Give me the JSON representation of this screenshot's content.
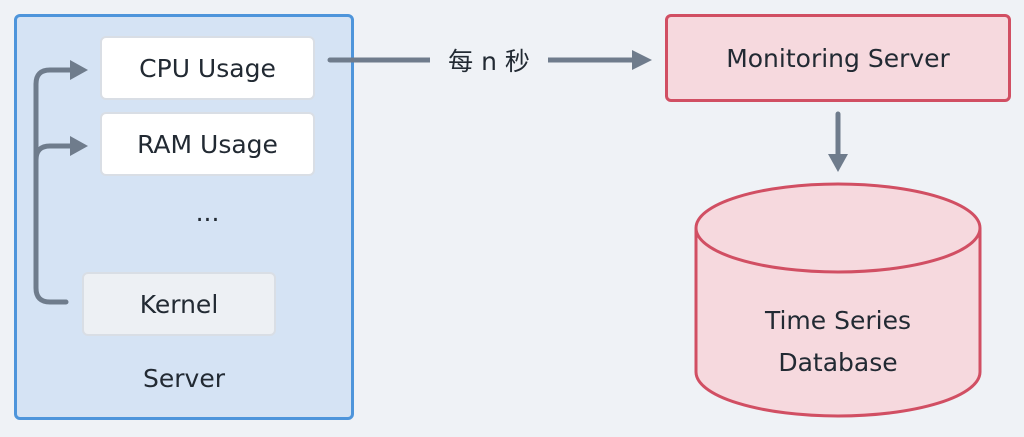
{
  "server": {
    "label": "Server",
    "items": [
      {
        "label": "CPU Usage"
      },
      {
        "label": "RAM Usage"
      }
    ],
    "ellipsis": "...",
    "kernel": "Kernel"
  },
  "edge_label": "每 n 秒",
  "monitoring_server": "Monitoring Server",
  "database": {
    "line1": "Time Series",
    "line2": "Database"
  },
  "colors": {
    "server_fill": "#d5e3f4",
    "server_border": "#4e95db",
    "red_fill": "#f6d9de",
    "red_border": "#d14f63",
    "arrow": "#6f7c8c"
  }
}
